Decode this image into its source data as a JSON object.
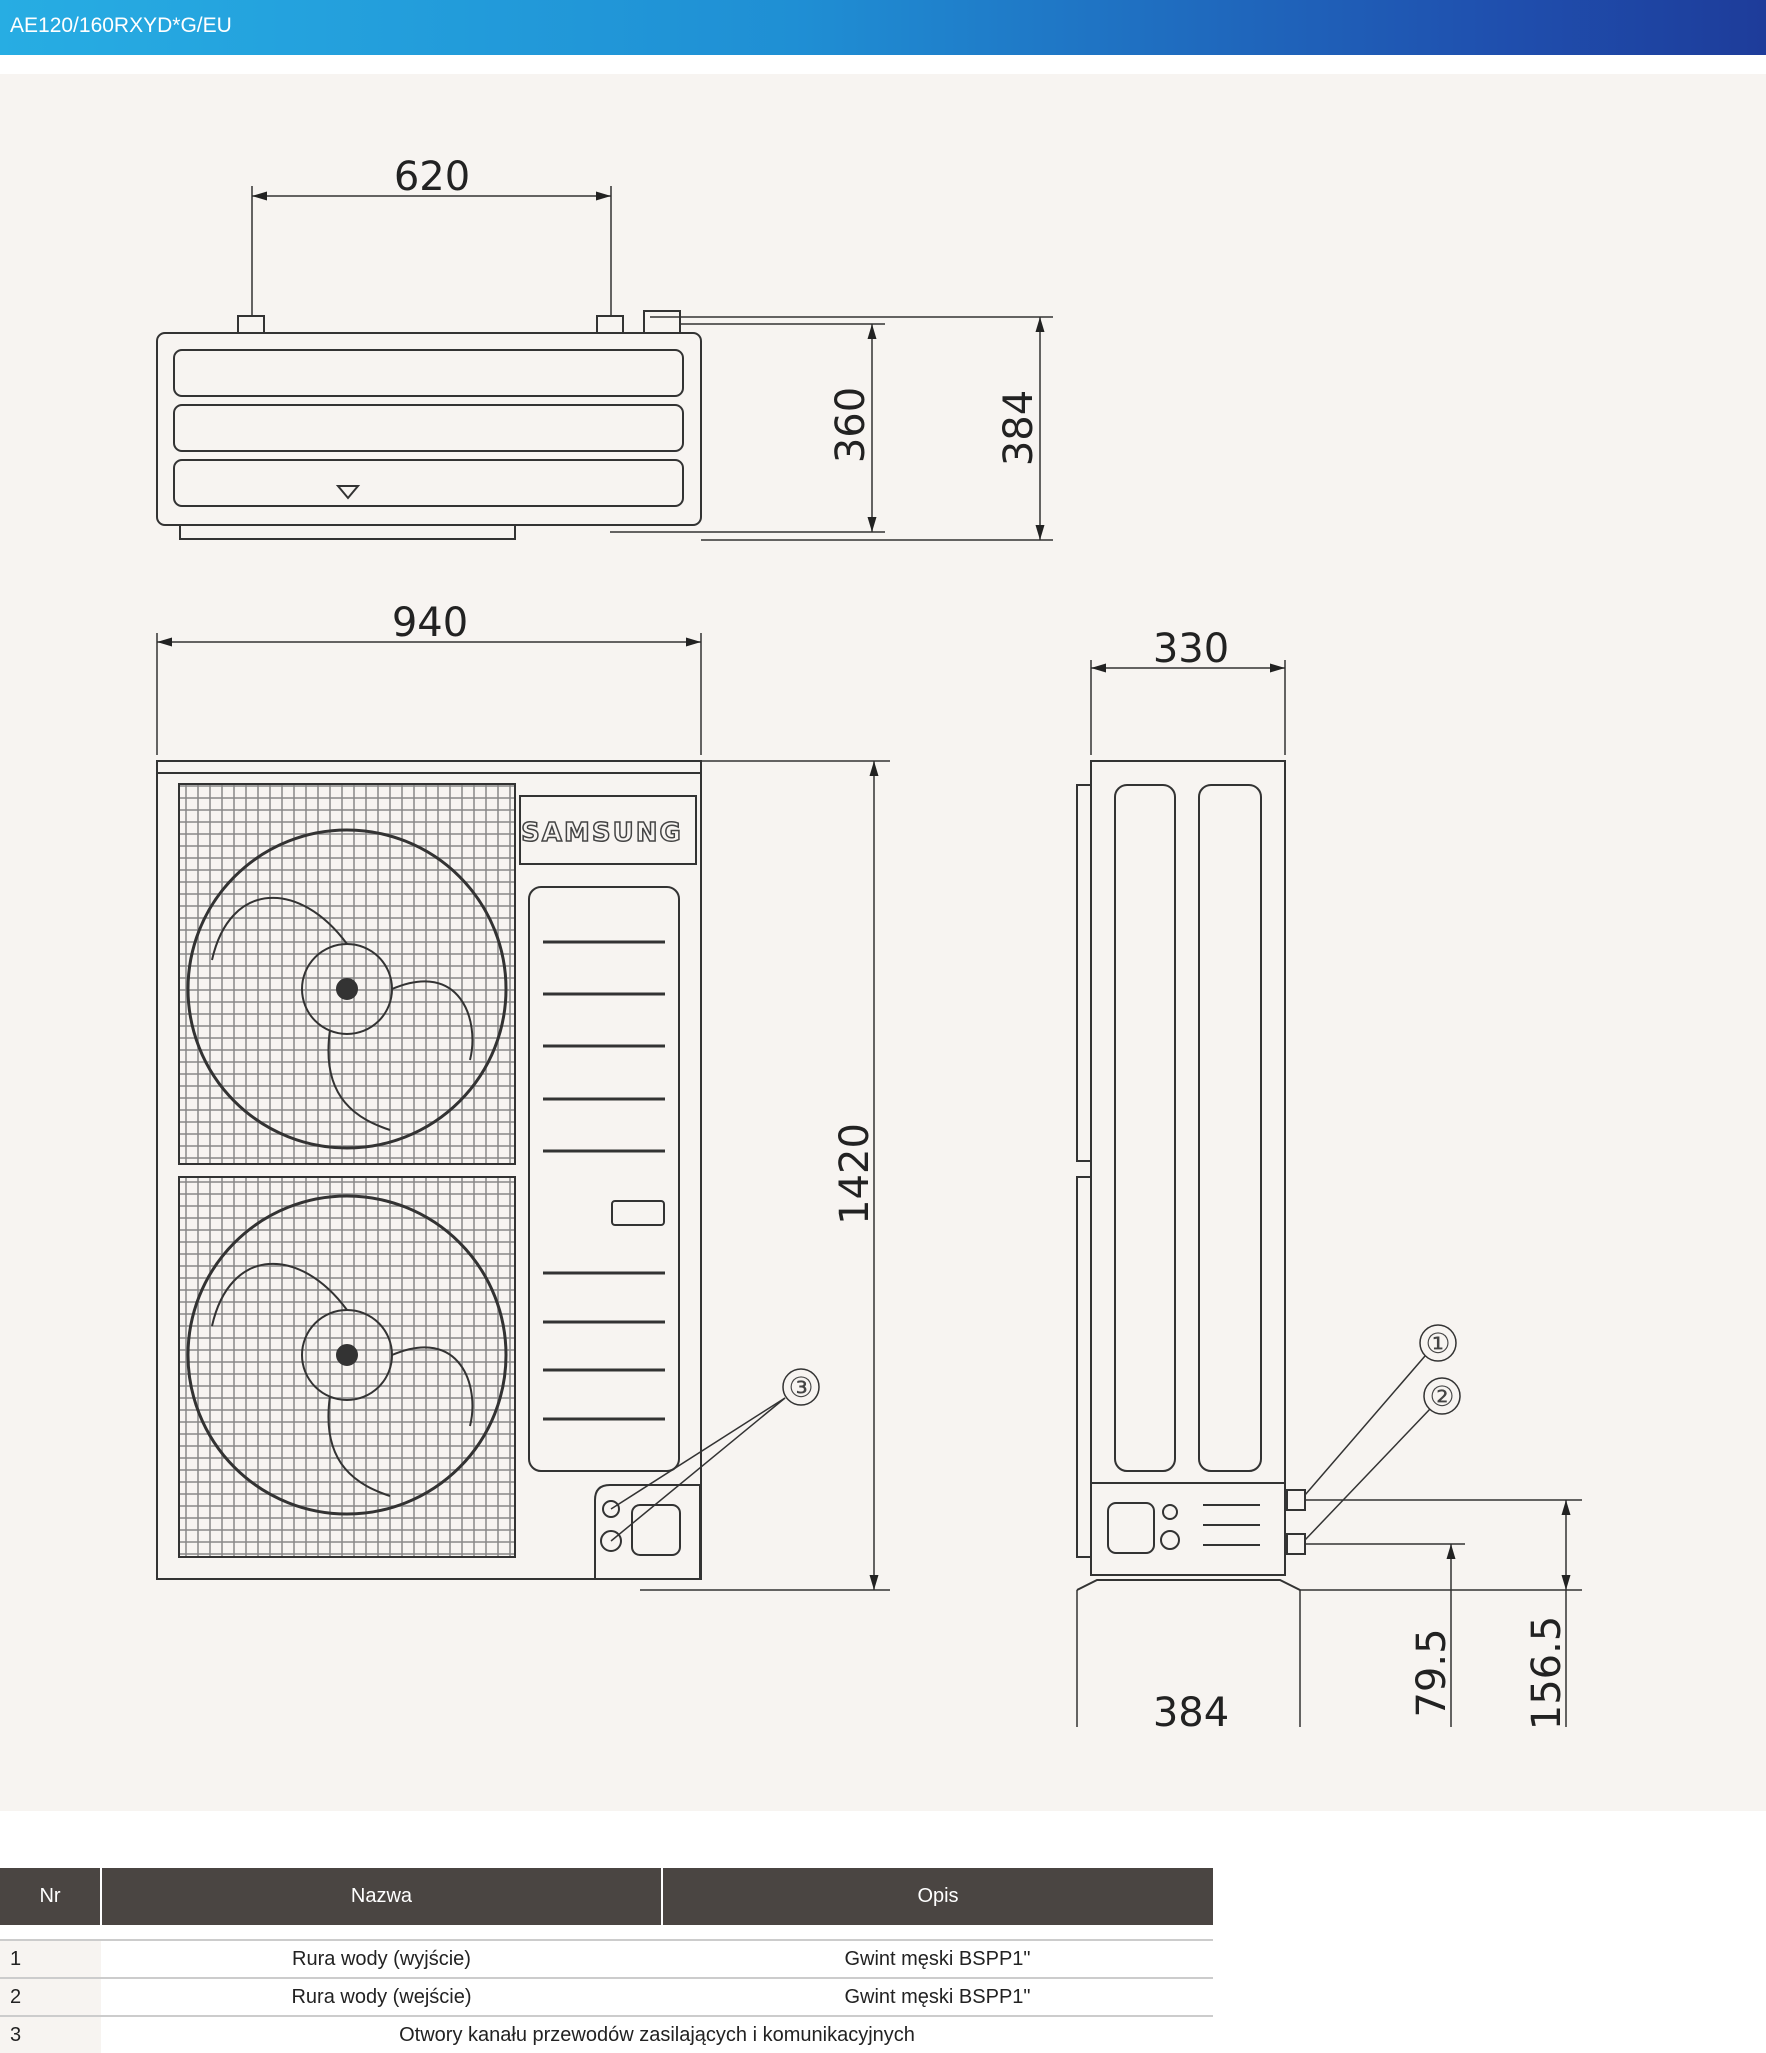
{
  "header": {
    "title": "AE120/160RXYD*G/EU"
  },
  "drawing": {
    "brand": "SAMSUNG",
    "dimensions": {
      "top_width": "620",
      "top_depth": "360",
      "top_depth_total": "384",
      "front_width": "940",
      "height": "1420",
      "side_width": "330",
      "base_depth": "384",
      "pipe_low": "79.5",
      "pipe_high": "156.5"
    },
    "callouts": [
      "①",
      "②",
      "③"
    ]
  },
  "table": {
    "headers": [
      "Nr",
      "Nazwa",
      "Opis"
    ],
    "rows": [
      {
        "nr": "1",
        "nazwa": "Rura wody (wyjście)",
        "opis": "Gwint męski BSPP1\""
      },
      {
        "nr": "2",
        "nazwa": "Rura wody (wejście)",
        "opis": "Gwint męski BSPP1\""
      },
      {
        "nr": "3",
        "merged": "Otwory kanału przewodów zasilających i komunikacyjnych"
      }
    ]
  }
}
